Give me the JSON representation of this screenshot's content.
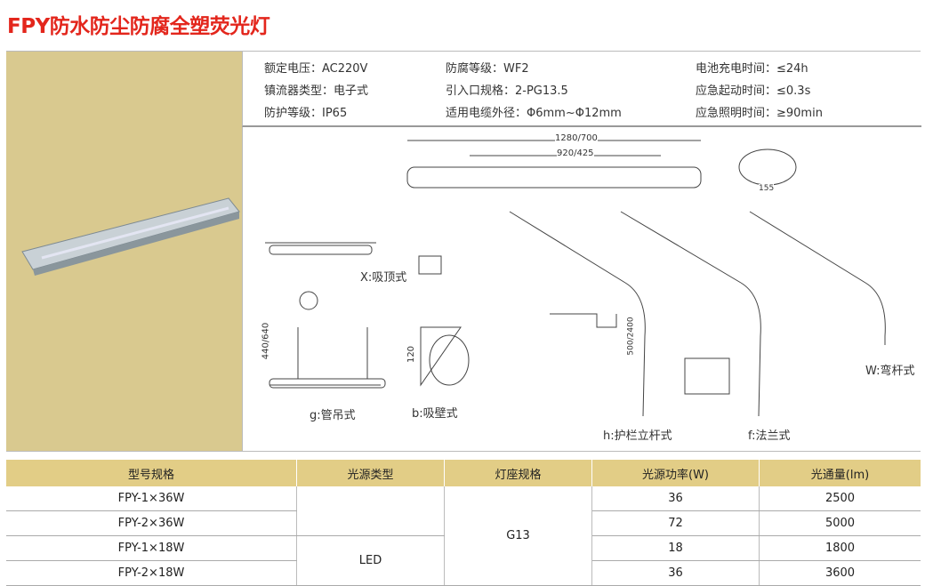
{
  "title": "FPY防水防尘防腐全塑荧光灯",
  "specs": [
    [
      "额定电压：AC220V",
      "防腐等级：WF2",
      "电池充电时间：≤24h"
    ],
    [
      "镇流器类型：电子式",
      "引入口规格：2-PG13.5",
      "应急起动时间：≤0.3s"
    ],
    [
      "防护等级：IP65",
      "适用电缆外径：Φ6mm~Φ12mm",
      "应急照明时间：≥90min"
    ]
  ],
  "drawing": {
    "dim_total": "1280/700",
    "dim_inner": "920/425",
    "side_dim": "155",
    "labels": {
      "x": "X:吸顶式",
      "g": "g:管吊式",
      "b": "b:吸壁式",
      "h": "h:护栏立杆式",
      "f": "f:法兰式",
      "w": "W:弯杆式"
    },
    "g_height": "440/640",
    "b_height": "120",
    "h_height": "500/2400"
  },
  "table": {
    "headers": [
      "型号规格",
      "光源类型",
      "灯座规格",
      "光源功率(W)",
      "光通量(lm)"
    ],
    "rows": [
      {
        "model": "FPY-1×36W",
        "power": "36",
        "flux": "2500"
      },
      {
        "model": "FPY-2×36W",
        "power": "72",
        "flux": "5000"
      },
      {
        "model": "FPY-1×18W",
        "power": "18",
        "flux": "1800"
      },
      {
        "model": "FPY-2×18W",
        "power": "36",
        "flux": "3600"
      }
    ],
    "light_source": "LED",
    "socket": "G13"
  }
}
